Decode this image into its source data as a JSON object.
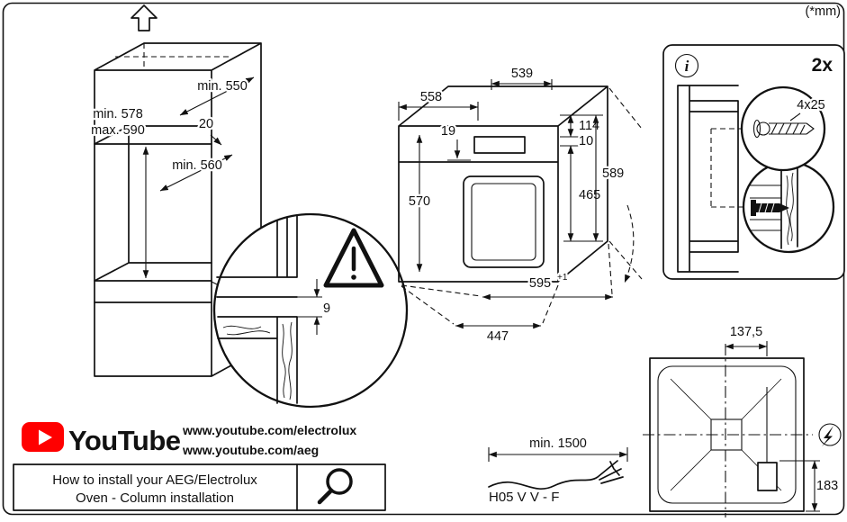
{
  "page": {
    "units_note": "(*mm)"
  },
  "colors": {
    "youtube_red": "#ff0000",
    "ink": "#111111"
  },
  "cabinet": {
    "depth_top": "min. 550",
    "rear_gap": "20",
    "niche_height_min": "min. 578",
    "niche_height_max": "max. 590",
    "depth_bottom": "min. 560"
  },
  "vent_detail": {
    "gap": "9"
  },
  "oven": {
    "top_width": "539",
    "body_width": "558",
    "frame_overlap": "19",
    "body_height": "570",
    "panel_height": "114",
    "panel_gap": "10",
    "total_height": "589",
    "door_height": "465",
    "front_width": "595",
    "front_width_tol": "+1",
    "depth": "447"
  },
  "mounting": {
    "info_glyph": "i",
    "quantity": "2x",
    "screw_size": "4x25"
  },
  "rear_panel": {
    "cable_offset": "137,5",
    "cable_height": "183"
  },
  "power_cable": {
    "min_length": "min. 1500",
    "cable_type": "H05 V V - F"
  },
  "youtube": {
    "wordmark": "YouTube",
    "url_electrolux": "www.youtube.com/electrolux",
    "url_aeg": "www.youtube.com/aeg",
    "caption_line1": "How to install your AEG/Electrolux",
    "caption_line2": "Oven - Column installation"
  }
}
